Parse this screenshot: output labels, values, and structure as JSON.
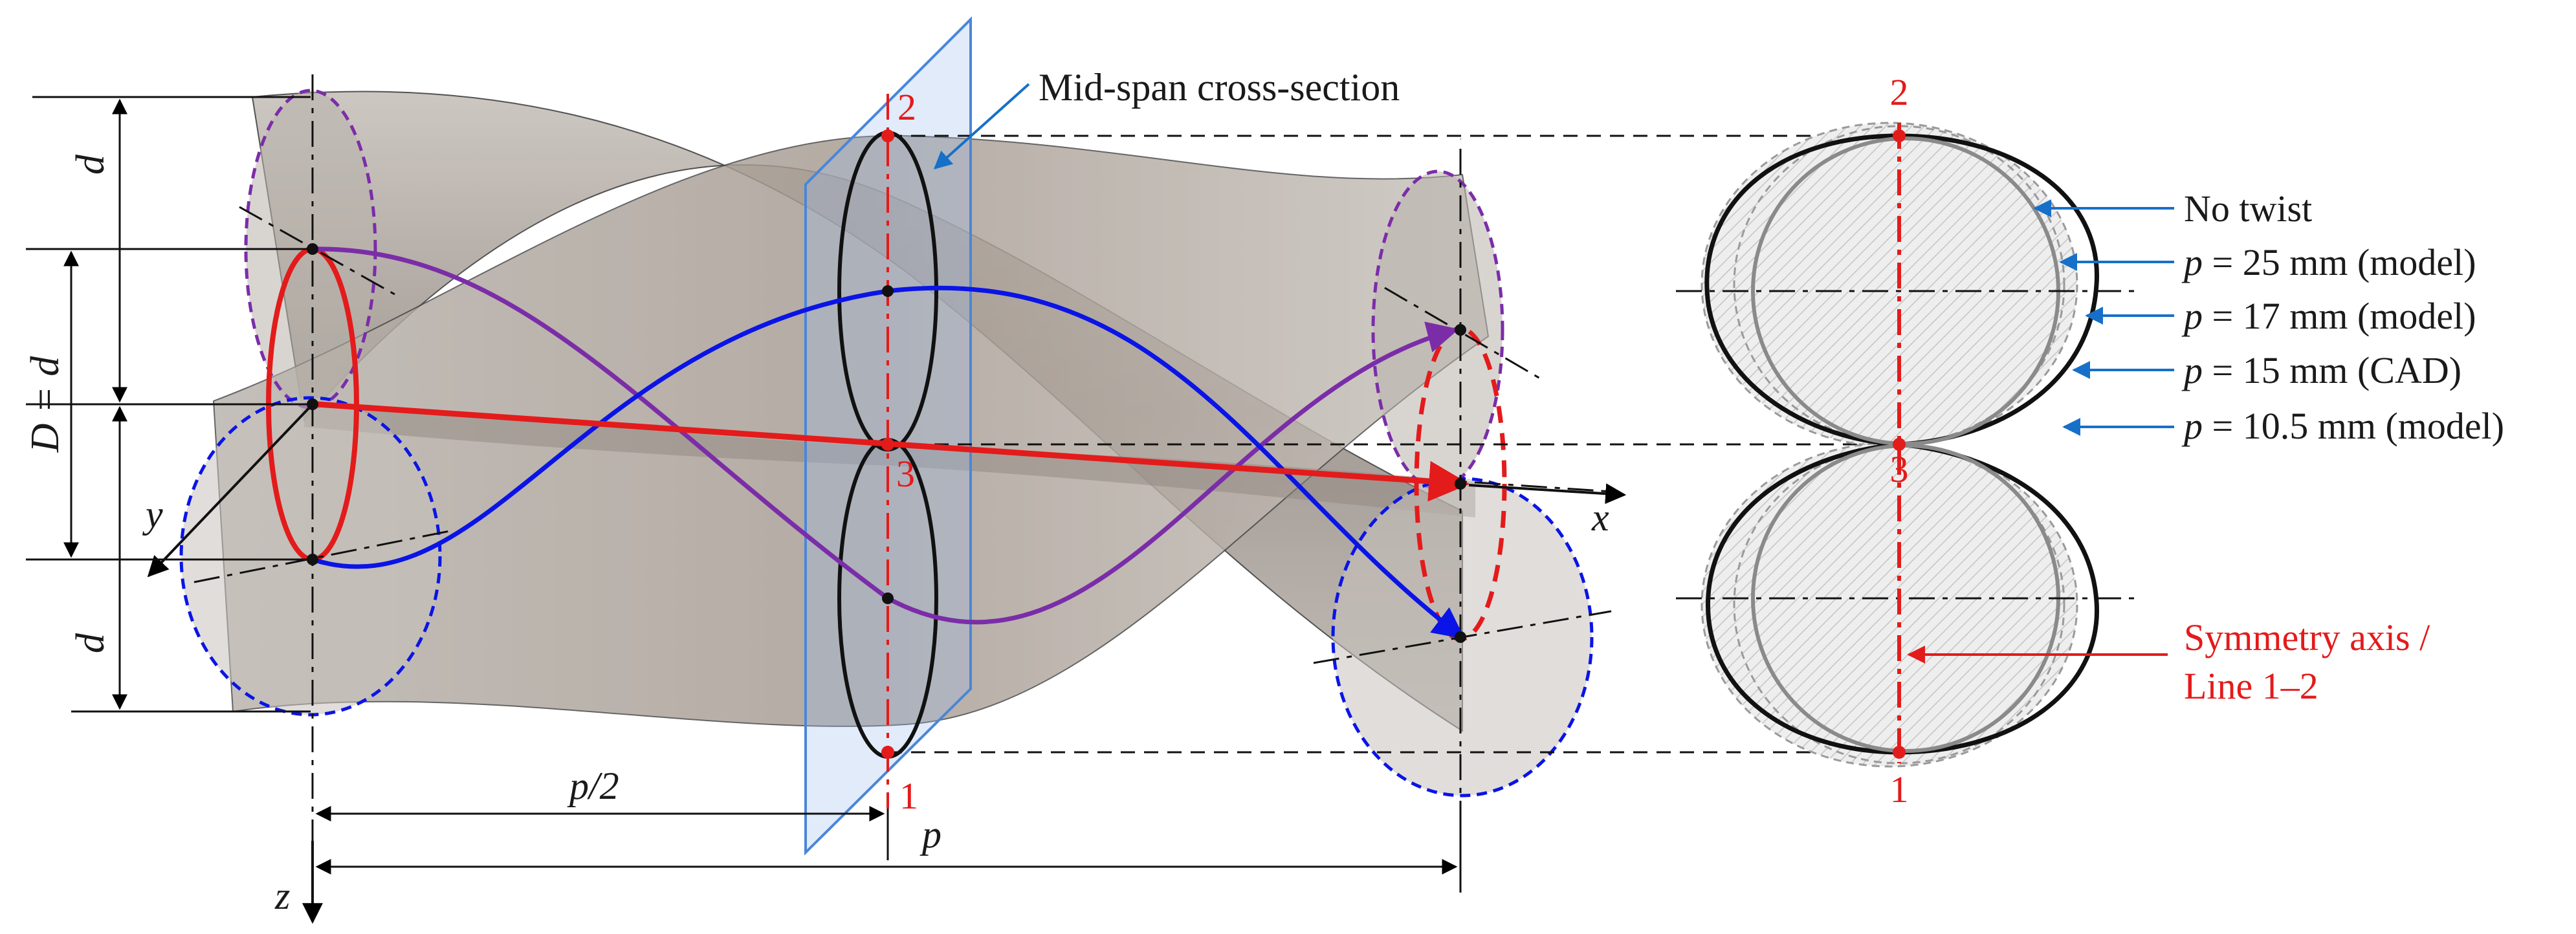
{
  "labels": {
    "mid_span": "Mid-span cross-section",
    "d_top": "d",
    "d_bottom": "d",
    "D_eq": "D = d",
    "y_axis": "y",
    "x_axis": "x",
    "z_axis": "z",
    "p_half": "p/2",
    "p_full": "p",
    "pt2_left": "2",
    "pt3_left": "3",
    "pt1_left": "1",
    "pt2_right": "2",
    "pt3_right": "3",
    "pt1_right": "1"
  },
  "legend": {
    "no_twist": "No twist",
    "p25_var": "p",
    "p25": " = 25 mm (model)",
    "p17_var": "p",
    "p17": " = 17 mm (model)",
    "p15_var": "p",
    "p15": " = 15 mm (CAD)",
    "p105_var": "p",
    "p105": " = 10.5 mm (model)",
    "symmetry_line1": "Symmetry axis /",
    "symmetry_line2": "Line 1–2"
  },
  "colors": {
    "red": "#e31b1b",
    "blue": "#0a14e6",
    "purple": "#7b2da8",
    "leader_blue": "#1670c9",
    "plane_blue": "#4a86d8"
  }
}
